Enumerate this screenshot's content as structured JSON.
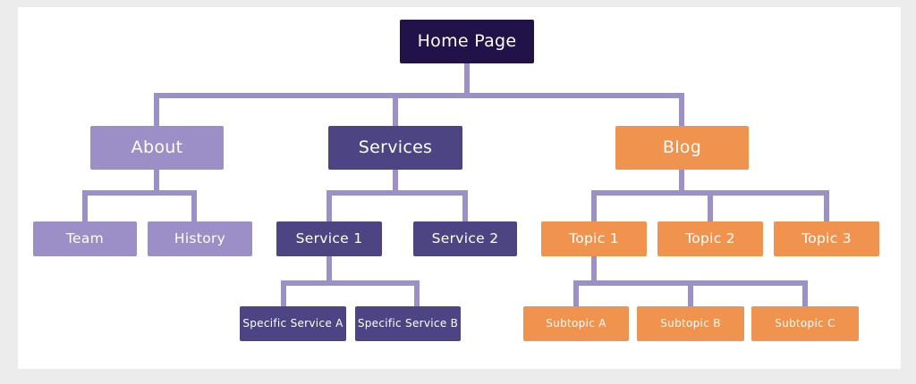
{
  "colors": {
    "frame_bg": "#ececec",
    "card_bg": "#ffffff",
    "navy": "#211349",
    "light_purple": "#9c8ec6",
    "dark_purple": "#4d4484",
    "orange": "#f0934f",
    "connector": "#9c90c8",
    "text": "#ffffff"
  },
  "tree": {
    "root": {
      "label": "Home Page"
    },
    "sections": [
      {
        "label": "About",
        "children": [
          {
            "label": "Team"
          },
          {
            "label": "History"
          }
        ]
      },
      {
        "label": "Services",
        "children": [
          {
            "label": "Service 1",
            "children": [
              {
                "label": "Specific Service A"
              },
              {
                "label": "Specific Service B"
              }
            ]
          },
          {
            "label": "Service 2"
          }
        ]
      },
      {
        "label": "Blog",
        "children": [
          {
            "label": "Topic 1",
            "children": [
              {
                "label": "Subtopic A"
              },
              {
                "label": "Subtopic B"
              },
              {
                "label": "Subtopic C"
              }
            ]
          },
          {
            "label": "Topic 2"
          },
          {
            "label": "Topic 3"
          }
        ]
      }
    ]
  }
}
